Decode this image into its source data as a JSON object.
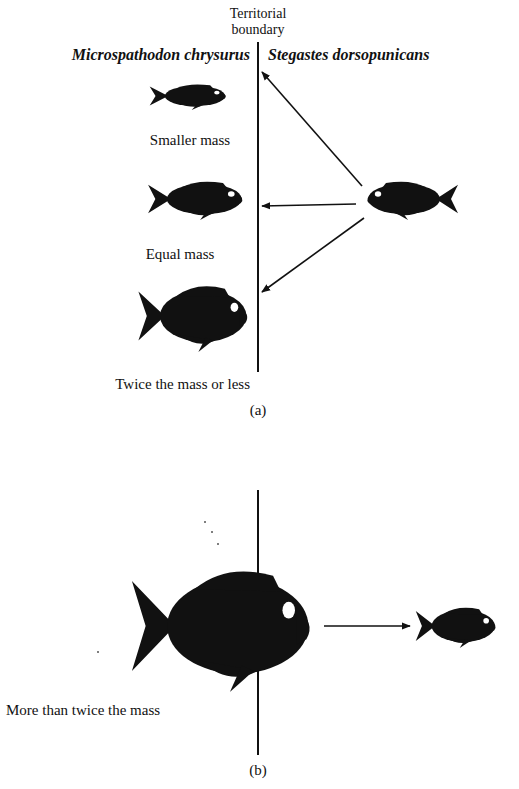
{
  "diagram": {
    "labels": [
      "Territorial boundary",
      "Microspathodon chrysurus",
      "Stegastes dorsopunicans",
      "Smaller mass",
      "Equal mass",
      "Twice the mass or less",
      "(a)",
      "More than twice the mass",
      "(b)"
    ]
  }
}
